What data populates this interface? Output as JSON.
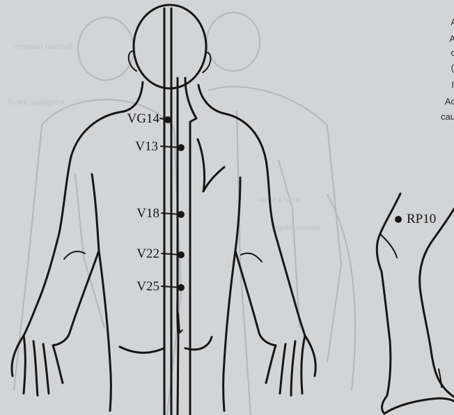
{
  "colors": {
    "paper": "#d3d4d6",
    "ink": "#161616",
    "bleed": "#b6b8bc"
  },
  "figure": {
    "back_points": [
      {
        "id": "vg14",
        "label": "VG14"
      },
      {
        "id": "v13",
        "label": "V13"
      },
      {
        "id": "v18",
        "label": "V18"
      },
      {
        "id": "v22",
        "label": "V22"
      },
      {
        "id": "v25",
        "label": "V25"
      }
    ],
    "leg_point": {
      "id": "rp10",
      "label": "RP10"
    }
  },
  "cropped_text": {
    "lines": [
      "А",
      "А",
      "с",
      "(",
      "I",
      "Ac",
      "cau"
    ]
  }
}
